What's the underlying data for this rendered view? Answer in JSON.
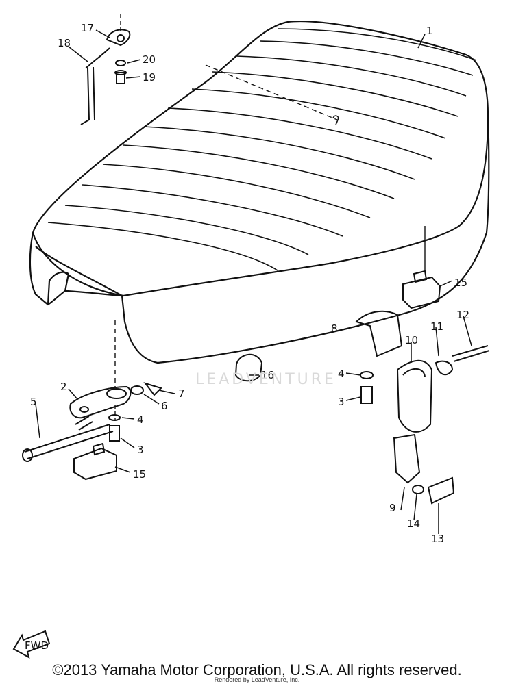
{
  "diagram": {
    "copyright": "©2013 Yamaha Motor Corporation, U.S.A. All rights reserved.",
    "rendered_by": "Rendered by LeadVenture, Inc.",
    "watermark": "LEADVENTURE",
    "direction_marker": "FWD",
    "callouts": {
      "p1": "1",
      "p2": "2",
      "p3a": "3",
      "p3b": "3",
      "p4a": "4",
      "p4b": "4",
      "p5": "5",
      "p6": "6",
      "p7": "7",
      "p8": "8",
      "p9": "9",
      "p10": "10",
      "p11": "11",
      "p12": "12",
      "p13": "13",
      "p14": "14",
      "p15a": "15",
      "p15b": "15",
      "p16": "16",
      "p17": "17",
      "p18": "18",
      "p19": "19",
      "p20": "20"
    }
  }
}
